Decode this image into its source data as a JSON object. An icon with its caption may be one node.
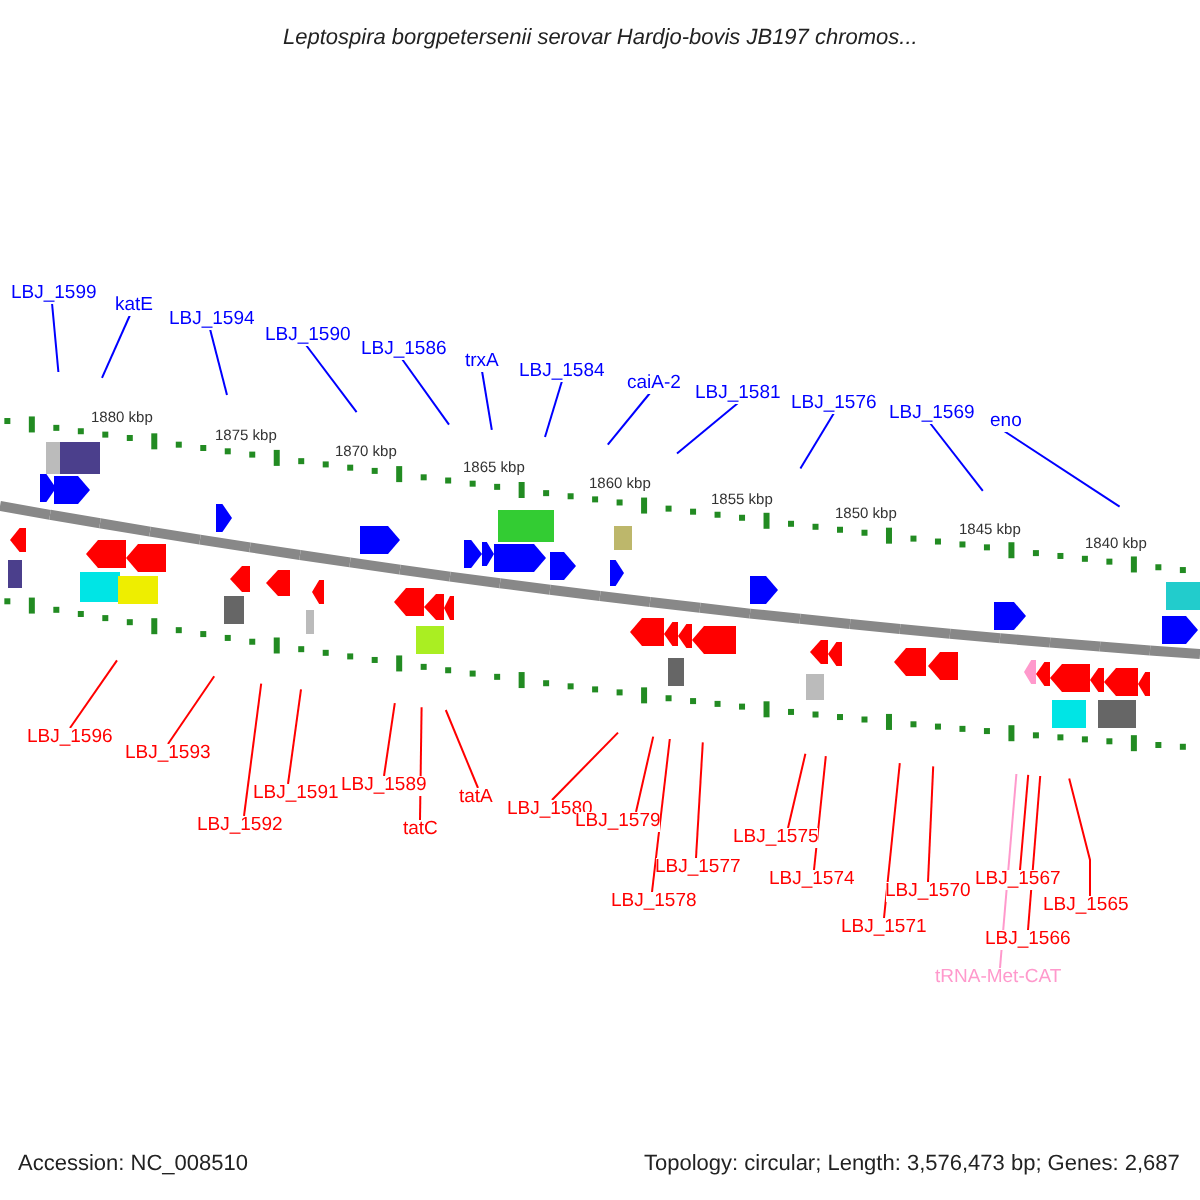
{
  "diagram": {
    "title": "Leptospira borgpetersenii serovar Hardjo-bovis JB197 chromos...",
    "nodes": [
      {
        "text": [
          "LBJ_1599"
        ]
      },
      {
        "text": [
          "katE"
        ]
      },
      {
        "text": [
          "LBJ_1594"
        ]
      },
      {
        "text": [
          "LBJ_1590"
        ]
      },
      {
        "text": [
          "LBJ_1586"
        ]
      },
      {
        "text": [
          "trxA"
        ]
      },
      {
        "text": [
          "LBJ_1584"
        ]
      },
      {
        "text": [
          "caiA-2"
        ]
      },
      {
        "text": [
          "LBJ_1581"
        ]
      },
      {
        "text": [
          "LBJ_1576"
        ]
      },
      {
        "text": [
          "LBJ_1569"
        ]
      },
      {
        "text": [
          "eno"
        ]
      },
      {
        "text": [
          "LBJ_1596"
        ]
      },
      {
        "text": [
          "LBJ_1593"
        ]
      },
      {
        "text": [
          "LBJ_1592"
        ]
      },
      {
        "text": [
          "LBJ_1591"
        ]
      },
      {
        "text": [
          "LBJ_1589"
        ]
      },
      {
        "text": [
          "tatC"
        ]
      },
      {
        "text": [
          "tatA"
        ]
      },
      {
        "text": [
          "LBJ_1580"
        ]
      },
      {
        "text": [
          "LBJ_1579"
        ]
      },
      {
        "text": [
          "LBJ_1578"
        ]
      },
      {
        "text": [
          "LBJ_1577"
        ]
      },
      {
        "text": [
          "LBJ_1575"
        ]
      },
      {
        "text": [
          "LBJ_1574"
        ]
      },
      {
        "text": [
          "LBJ_1571"
        ]
      },
      {
        "text": [
          "LBJ_1570"
        ]
      },
      {
        "text": [
          "LBJ_1567"
        ]
      },
      {
        "text": [
          "LBJ_1566"
        ]
      },
      {
        "text": [
          "LBJ_1565"
        ]
      },
      {
        "text": [
          "tRNA-Met-CAT"
        ]
      }
    ],
    "edges": [
      {
        "from": 0,
        "to": null,
        "arrow": "none",
        "color": "#0000ff"
      },
      {
        "from": 1,
        "to": null,
        "arrow": "none",
        "color": "#0000ff"
      },
      {
        "from": 2,
        "to": null,
        "arrow": "none",
        "color": "#0000ff"
      },
      {
        "from": 3,
        "to": null,
        "arrow": "none",
        "color": "#0000ff"
      },
      {
        "from": 4,
        "to": null,
        "arrow": "none",
        "color": "#0000ff"
      },
      {
        "from": 5,
        "to": null,
        "arrow": "none",
        "color": "#0000ff"
      },
      {
        "from": 6,
        "to": null,
        "arrow": "none",
        "color": "#0000ff"
      },
      {
        "from": 7,
        "to": null,
        "arrow": "none",
        "color": "#0000ff"
      },
      {
        "from": 8,
        "to": null,
        "arrow": "none",
        "color": "#0000ff"
      },
      {
        "from": 9,
        "to": null,
        "arrow": "none",
        "color": "#0000ff"
      },
      {
        "from": 10,
        "to": null,
        "arrow": "none",
        "color": "#0000ff"
      },
      {
        "from": 11,
        "to": null,
        "arrow": "none",
        "color": "#0000ff"
      },
      {
        "from": 12,
        "to": null,
        "arrow": "none"
      },
      {
        "from": 13,
        "to": null,
        "arrow": "none"
      },
      {
        "from": 14,
        "to": null,
        "arrow": "none"
      },
      {
        "from": 15,
        "to": null,
        "arrow": "none"
      },
      {
        "from": 16,
        "to": null,
        "arrow": "none"
      },
      {
        "from": 17,
        "to": null,
        "arrow": "none"
      },
      {
        "from": 18,
        "to": null,
        "arrow": "none"
      },
      {
        "from": 19,
        "to": null,
        "arrow": "none"
      },
      {
        "from": 20,
        "to": null,
        "arrow": "none"
      },
      {
        "from": 21,
        "to": null,
        "arrow": "none"
      },
      {
        "from": 22,
        "to": null,
        "arrow": "none"
      },
      {
        "from": 23,
        "to": null,
        "arrow": "none"
      },
      {
        "from": 24,
        "to": null,
        "arrow": "none"
      },
      {
        "from": 25,
        "to": null,
        "arrow": "none"
      },
      {
        "from": 26,
        "to": null,
        "arrow": "none"
      },
      {
        "from": 27,
        "to": null,
        "arrow": "none"
      },
      {
        "from": 28,
        "to": null,
        "arrow": "none"
      },
      {
        "from": 29,
        "to": null,
        "arrow": "none"
      },
      {
        "from": 30,
        "to": null,
        "arrow": "none",
        "color": "#ff99cc"
      }
    ],
    "labels": [
      "1880 kbp",
      "1875 kbp",
      "1870 kbp",
      "1865 kbp",
      "1860 kbp",
      "1855 kbp",
      "1850 kbp",
      "1845 kbp",
      "1840 kbp",
      "Accession: NC_008510",
      "Topology: circular; Length: 3,576,473 bp; Genes: 2,687"
    ]
  }
}
